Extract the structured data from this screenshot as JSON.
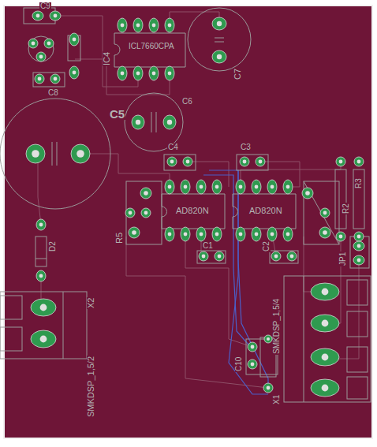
{
  "diagram": {
    "labels": [
      "C9",
      "IC4",
      "ICL7660CPA",
      "C7",
      "C8",
      "C5",
      "C6",
      "C4",
      "C3",
      "AD820N",
      "AD820N",
      "R5",
      "R2",
      "R3",
      "D2",
      "X2",
      "SMKDSP_1,5/2",
      "JP1",
      "C1",
      "C2",
      "C10",
      "X1",
      "SMKDSP_1,5/4"
    ]
  }
}
